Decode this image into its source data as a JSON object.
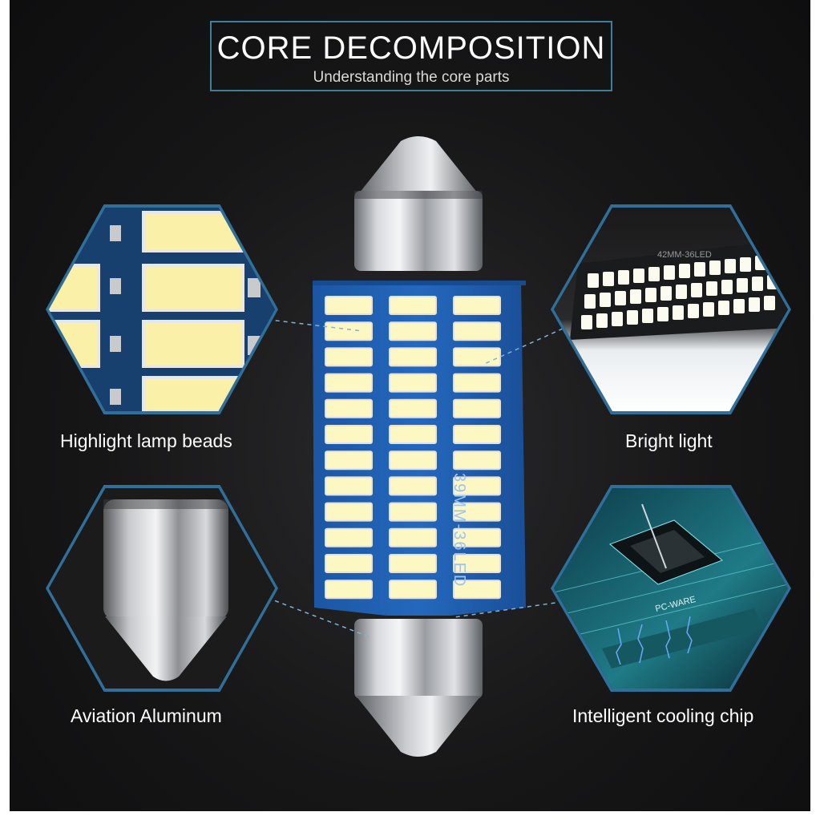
{
  "header": {
    "title": "CORE DECOMPOSITION",
    "subtitle": "Understanding the core parts"
  },
  "features": {
    "top_left": "Highlight lamp beads",
    "top_right": "Bright light",
    "bottom_left": "Aviation Aluminum",
    "bottom_right": "Intelligent cooling chip"
  },
  "pcb": {
    "marking": "39MM-36LED",
    "led_columns": 3,
    "led_rows": 12
  },
  "strip": {
    "marking": "42MM-36LED"
  },
  "chip": {
    "marking": "PC-WARE"
  },
  "colors": {
    "accent": "#3f7f97",
    "pcb_blue": "#1f5fb0",
    "led_yellow": "#fdf7c4"
  }
}
